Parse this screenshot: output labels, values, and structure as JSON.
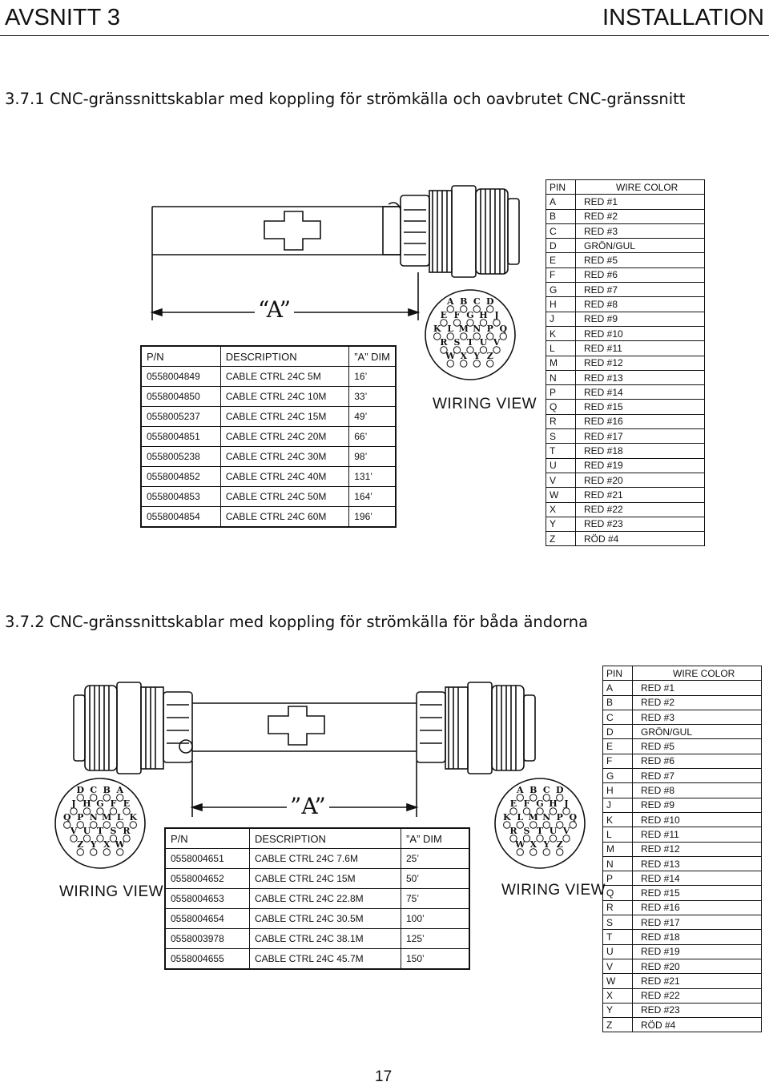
{
  "header": {
    "left": "AVSNITT  3",
    "right": "INSTALLATION"
  },
  "section1": {
    "title": "3.7.1   CNC-gränssnittskablar med koppling för strömkälla och oavbrutet CNC-gränssnitt",
    "dim_label": "“A”",
    "wiring_view": "WIRING  VIEW",
    "table": {
      "headers": [
        "P/N",
        "DESCRIPTION",
        "”A”  DIM"
      ],
      "rows": [
        [
          "0558004849",
          "CABLE  CTRL  24C  5M",
          "16’"
        ],
        [
          "0558004850",
          "CABLE  CTRL  24C  10M",
          "33’"
        ],
        [
          "0558005237",
          "CABLE  CTRL  24C  15M",
          "49’"
        ],
        [
          "0558004851",
          "CABLE  CTRL  24C  20M",
          "66’"
        ],
        [
          "0558005238",
          "CABLE  CTRL  24C  30M",
          "98’"
        ],
        [
          "0558004852",
          "CABLE  CTRL  24C  40M",
          "131’"
        ],
        [
          "0558004853",
          "CABLE  CTRL  24C  50M",
          "164’"
        ],
        [
          "0558004854",
          "CABLE  CTRL  24C  60M",
          "196’"
        ]
      ]
    },
    "connector_rows": [
      [
        "A",
        "B",
        "C",
        "D"
      ],
      [
        "E",
        "F",
        "G",
        "H",
        "J"
      ],
      [
        "K",
        "L",
        "M",
        "N",
        "P",
        "Q"
      ],
      [
        "R",
        "S",
        "T",
        "U",
        "V"
      ],
      [
        "W",
        "X",
        "Y",
        "Z"
      ]
    ]
  },
  "section2": {
    "title": "3.7.2   CNC-gränssnittskablar med koppling för strömkälla för båda ändorna",
    "dim_label": "”A”",
    "wiring_view_left": "WIRING  VIEW",
    "wiring_view_right": "WIRING  VIEW",
    "table": {
      "headers": [
        "P/N",
        "DESCRIPTION",
        "”A”  DIM"
      ],
      "rows": [
        [
          "0558004651",
          "CABLE  CTRL  24C   7.6M",
          "25’"
        ],
        [
          "0558004652",
          "CABLE  CTRL  24C    15M",
          "50’"
        ],
        [
          "0558004653",
          "CABLE  CTRL  24C   22.8M",
          "75’"
        ],
        [
          "0558004654",
          "CABLE  CTRL  24C   30.5M",
          "100’"
        ],
        [
          "0558003978",
          "CABLE  CTRL  24C   38.1M",
          "125’"
        ],
        [
          "0558004655",
          "CABLE  CTRL  24C   45.7M",
          "150’"
        ]
      ]
    },
    "left_connector_rows": [
      [
        "D",
        "C",
        "B",
        "A"
      ],
      [
        "J",
        "H",
        "G",
        "F",
        "E"
      ],
      [
        "Q",
        "P",
        "N",
        "M",
        "L",
        "K"
      ],
      [
        "V",
        "U",
        "T",
        "S",
        "R"
      ],
      [
        "Z",
        "Y",
        "X",
        "W"
      ]
    ],
    "right_connector_rows": [
      [
        "A",
        "B",
        "C",
        "D"
      ],
      [
        "E",
        "F",
        "G",
        "H",
        "J"
      ],
      [
        "K",
        "L",
        "M",
        "N",
        "P",
        "Q"
      ],
      [
        "R",
        "S",
        "T",
        "U",
        "V"
      ],
      [
        "W",
        "X",
        "Y",
        "Z"
      ]
    ]
  },
  "wire_table": {
    "headers": [
      "PIN",
      "WIRE  COLOR"
    ],
    "rows": [
      [
        "A",
        "RED  #1"
      ],
      [
        "B",
        "RED  #2"
      ],
      [
        "C",
        "RED  #3"
      ],
      [
        "D",
        "GRÖN/GUL"
      ],
      [
        "E",
        "RED  #5"
      ],
      [
        "F",
        "RED  #6"
      ],
      [
        "G",
        "RED  #7"
      ],
      [
        "H",
        "RED  #8"
      ],
      [
        "J",
        "RED  #9"
      ],
      [
        "K",
        "RED  #10"
      ],
      [
        "L",
        "RED  #11"
      ],
      [
        "M",
        "RED  #12"
      ],
      [
        "N",
        "RED  #13"
      ],
      [
        "P",
        "RED  #14"
      ],
      [
        "Q",
        "RED  #15"
      ],
      [
        "R",
        "RED  #16"
      ],
      [
        "S",
        "RED  #17"
      ],
      [
        "T",
        "RED  #18"
      ],
      [
        "U",
        "RED  #19"
      ],
      [
        "V",
        "RED  #20"
      ],
      [
        "W",
        "RED  #21"
      ],
      [
        "X",
        "RED  #22"
      ],
      [
        "Y",
        "RED  #23"
      ],
      [
        "Z",
        "RÖD #4"
      ]
    ]
  },
  "page_number": "17"
}
